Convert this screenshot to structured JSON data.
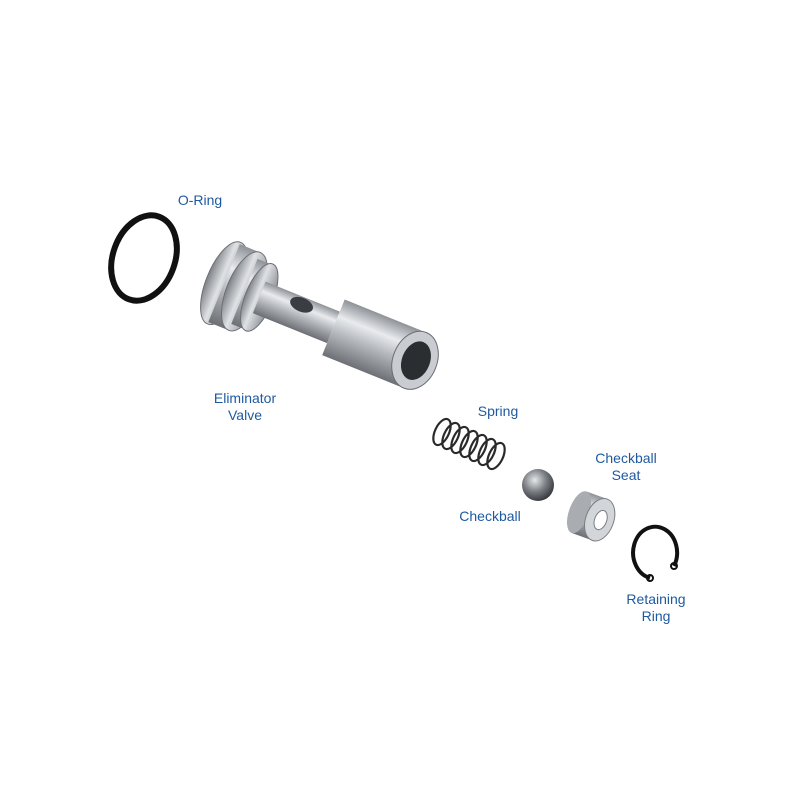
{
  "labels": {
    "o_ring": "O-Ring",
    "eliminator_valve_line1": "Eliminator",
    "eliminator_valve_line2": "Valve",
    "spring": "Spring",
    "checkball": "Checkball",
    "checkball_seat_line1": "Checkball",
    "checkball_seat_line2": "Seat",
    "retaining_ring_line1": "Retaining",
    "retaining_ring_line2": "Ring"
  },
  "colors": {
    "label": "#1f5aa0",
    "metal": "#b5b8bd",
    "rubber": "#111111",
    "background": "#ffffff"
  }
}
